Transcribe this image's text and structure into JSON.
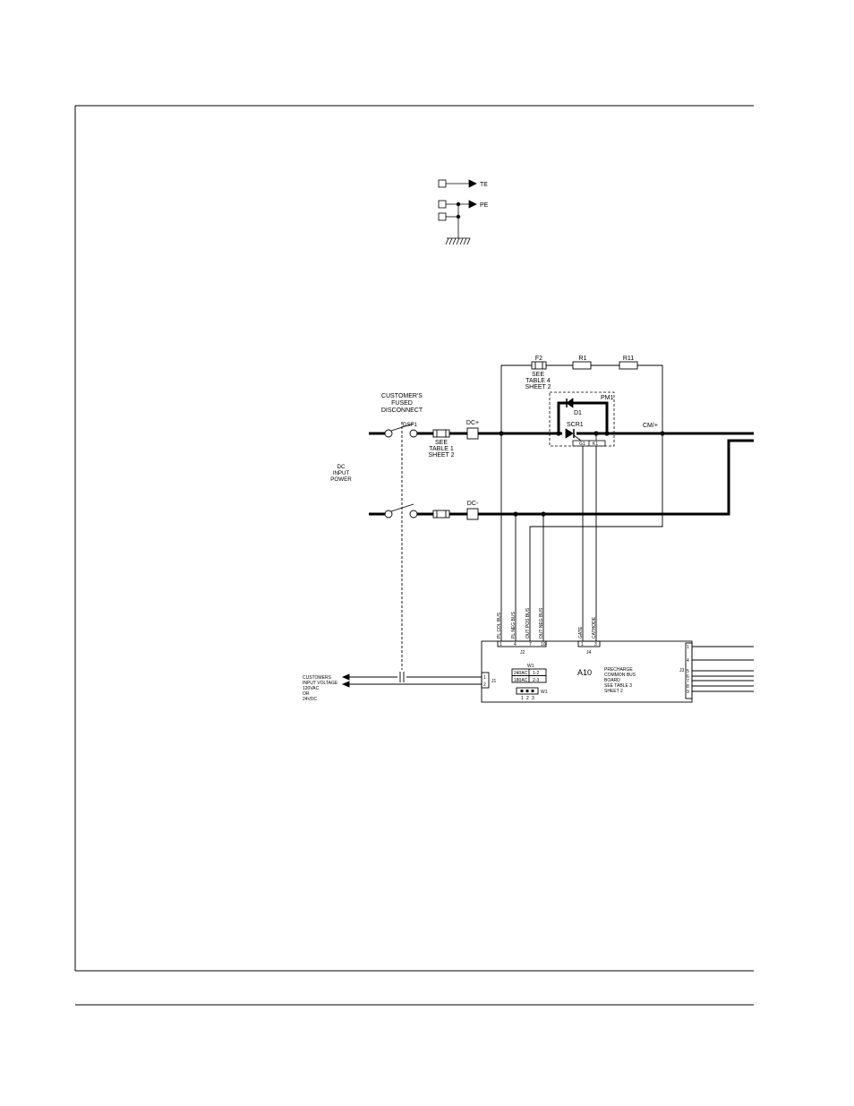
{
  "legend": {
    "te": "TE",
    "pe": "PE"
  },
  "labels": {
    "f2": "F2",
    "f2_ref": [
      "SEE",
      "TABLE 4",
      "SHEET 2"
    ],
    "r1": "R1",
    "r11": "R11",
    "pm1": "PM1",
    "d1": "D1",
    "scr1": "SCR1",
    "g1": "G1",
    "k1": "K1",
    "cm_plus": "CM/+",
    "customer_disconnect": [
      "CUSTOMER'S",
      "FUSED",
      "DISCONNECT"
    ],
    "dsf1": "DSF1",
    "fuse_ref": [
      "SEE",
      "TABLE 1",
      "SHEET 2"
    ],
    "dc_plus": "DC+",
    "dc_minus": "DC-",
    "dc_input_power": [
      "DC",
      "INPUT",
      "POWER"
    ],
    "customer_voltage": [
      "CUSTOMERS",
      "INPUT VOLTAGE",
      "120VAC",
      "OR",
      "24VDC"
    ]
  },
  "board": {
    "name": "A10",
    "desc": [
      "PRECHARGE",
      "COMMON BUS",
      "BOARD",
      "SEE TABLE 3",
      "SHEET 2"
    ],
    "j2_label": "J2",
    "j2_pins": [
      "1",
      "4",
      "7",
      "10"
    ],
    "j2_signals": [
      "PL COL BUS",
      "PL NEG BUS",
      "OUT POS BUS",
      "OUT NEG BUS"
    ],
    "j4_label": "J4",
    "j4_pins": [
      "1",
      "3"
    ],
    "j4_signals": [
      "GATE",
      "CATHODE"
    ],
    "j1_label": "J1",
    "j1_pins": [
      "1",
      "2"
    ],
    "w1_label": "W1",
    "w1_rows": [
      [
        "240AC",
        "1-2"
      ],
      [
        "180AC",
        "2-3"
      ]
    ],
    "w1_jumper_label": "W1",
    "w1_jumper_pins": [
      "1",
      "2",
      "3"
    ],
    "j3_label": "J3",
    "j3_pins": [
      "1",
      "4",
      "5",
      "6",
      "7",
      "8",
      "9"
    ]
  }
}
